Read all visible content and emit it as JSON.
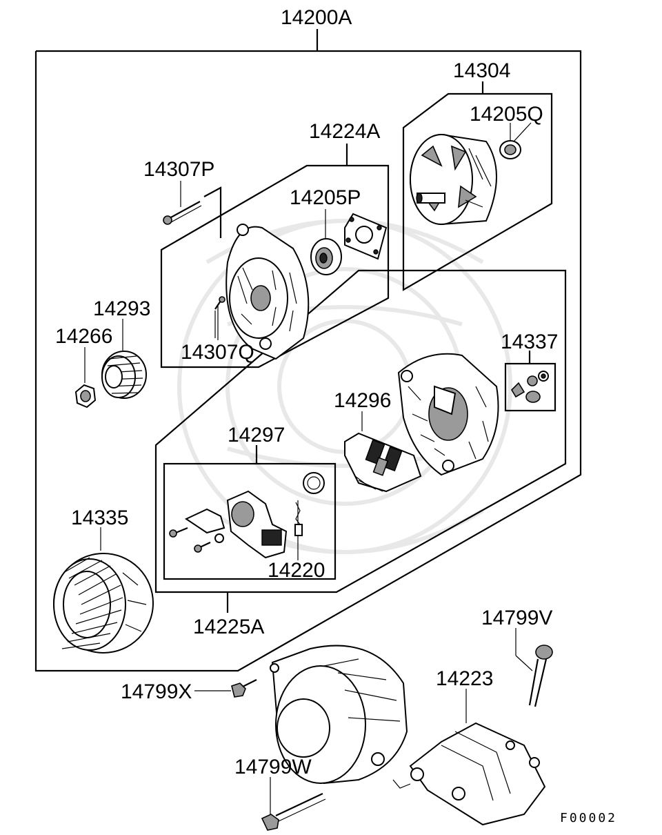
{
  "diagram": {
    "labels": {
      "assembly": "14200A",
      "rotor_group": "14304",
      "rear_bearing": "14205Q",
      "front_bracket_group": "14224A",
      "bolt_p": "14307P",
      "front_bearing": "14205P",
      "pulley": "14293",
      "nut": "14266",
      "screw_q": "14307Q",
      "rear_bracket_group": "14225A",
      "terminal_kit": "14337",
      "rectifier": "14296",
      "regulator_group": "14297",
      "brush": "14220",
      "stator": "14335",
      "bolt_v": "14799V",
      "bolt_x": "14799X",
      "bracket": "14223",
      "bolt_w": "14799W"
    },
    "figure_code": "F00002"
  }
}
